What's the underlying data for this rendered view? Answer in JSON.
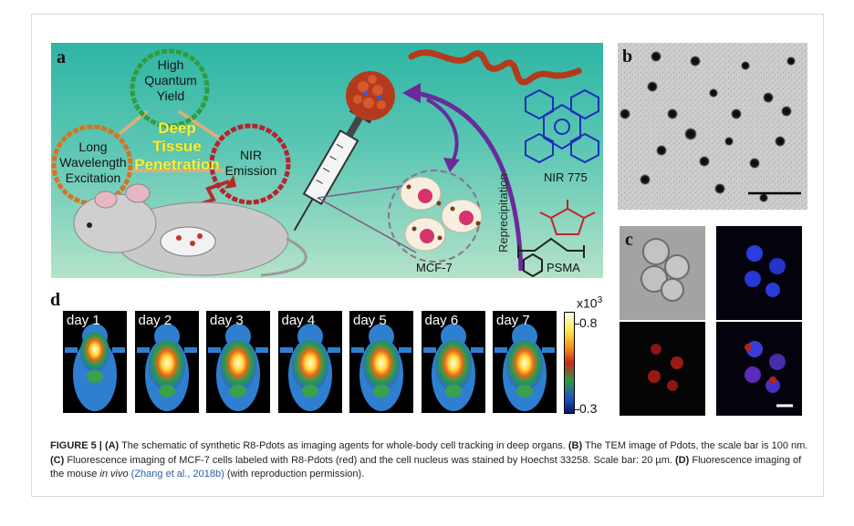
{
  "figure": {
    "panel_letters": {
      "a": "a",
      "b": "b",
      "c": "c",
      "d": "d"
    },
    "panel_a": {
      "circles": {
        "high_quantum_yield": [
          "High",
          "Quantum",
          "Yield"
        ],
        "long_wavelength": [
          "Long",
          "Wavelength",
          "Excitation"
        ],
        "nir_emission": [
          "NIR",
          "Emission"
        ]
      },
      "center_text": [
        "Deep",
        "Tissue",
        "Penetration"
      ],
      "reprecipitation": "Reprecipitation",
      "nir775": "NIR 775",
      "mcf7": "MCF-7",
      "psma": "PSMA",
      "colors": {
        "background_top": "#2fb5a4",
        "background_bottom": "#b5e2c9",
        "accent_yellow": "#f7f23c",
        "arrow_purple": "#6a2a9a"
      }
    },
    "panel_d": {
      "days": [
        "day 1",
        "day 2",
        "day 3",
        "day 4",
        "day 5",
        "day 6",
        "day 7"
      ],
      "colorbar": {
        "exponent_label": "x10",
        "exponent_sup": "3",
        "max_label": "0.8",
        "min_label": "0.3"
      }
    },
    "caption": {
      "title": "FIGURE 5 |",
      "a_tag": "(A)",
      "a_text": " The schematic of synthetic R8-Pdots as imaging agents for whole-body cell tracking in deep organs. ",
      "b_tag": "(B)",
      "b_text": " The TEM image of Pdots, the scale bar is 100 nm. ",
      "c_tag": "(C)",
      "c_text": " Fluorescence imaging of MCF-7 cells labeled with R8-Pdots (red) and the cell nucleus was stained by Hoechst 33258. Scale bar: 20 µm. ",
      "d_tag": "(D)",
      "d_text": " Fluorescence imaging of the mouse ",
      "in_vivo": "in vivo",
      "citation": " (Zhang et al., 2018b)",
      "tail": " (with reproduction permission)."
    }
  }
}
